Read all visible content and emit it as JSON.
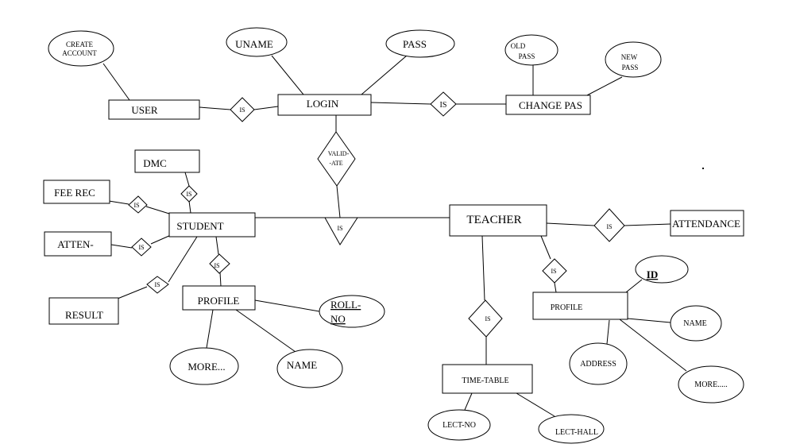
{
  "entities": {
    "user": "USER",
    "login": "LOGIN",
    "change_pass": "CHANGE PAS",
    "dmc": "DMC",
    "fee_rec": "FEE REC",
    "student": "STUDENT",
    "atten": "ATTEN-",
    "result": "RESULT",
    "student_profile": "PROFILE",
    "teacher": "TEACHER",
    "attendance": "ATTENDANCE",
    "teacher_profile": "PROFILE",
    "time_table": "TIME-TABLE"
  },
  "attributes": {
    "create_account_1": "CREATE",
    "create_account_2": "ACCOUNT",
    "uname": "UNAME",
    "pass": "PASS",
    "old_pass_1": "OLD",
    "old_pass_2": "PASS",
    "new_pass_1": "NEW",
    "new_pass_2": "PASS",
    "roll_no_1": "ROLL-",
    "roll_no_2": "NO",
    "student_more": "MORE...",
    "student_name": "NAME",
    "id": "ID",
    "teacher_name": "NAME",
    "address": "ADDRESS",
    "teacher_more": "MORE.....",
    "lect_no": "LECT-NO",
    "lect_hall": "LECT-HALL"
  },
  "relationships": {
    "user_login": "IS",
    "login_changepass": "IS",
    "validate_1": "VALID-",
    "validate_2": "-ATE",
    "student_teacher": "IS",
    "dmc": "IS",
    "fee_rec": "IS",
    "atten": "IS",
    "result": "IS",
    "student_profile": "IS",
    "teacher_attendance": "IS",
    "teacher_profile": "IS",
    "teacher_timetable": "IS"
  }
}
